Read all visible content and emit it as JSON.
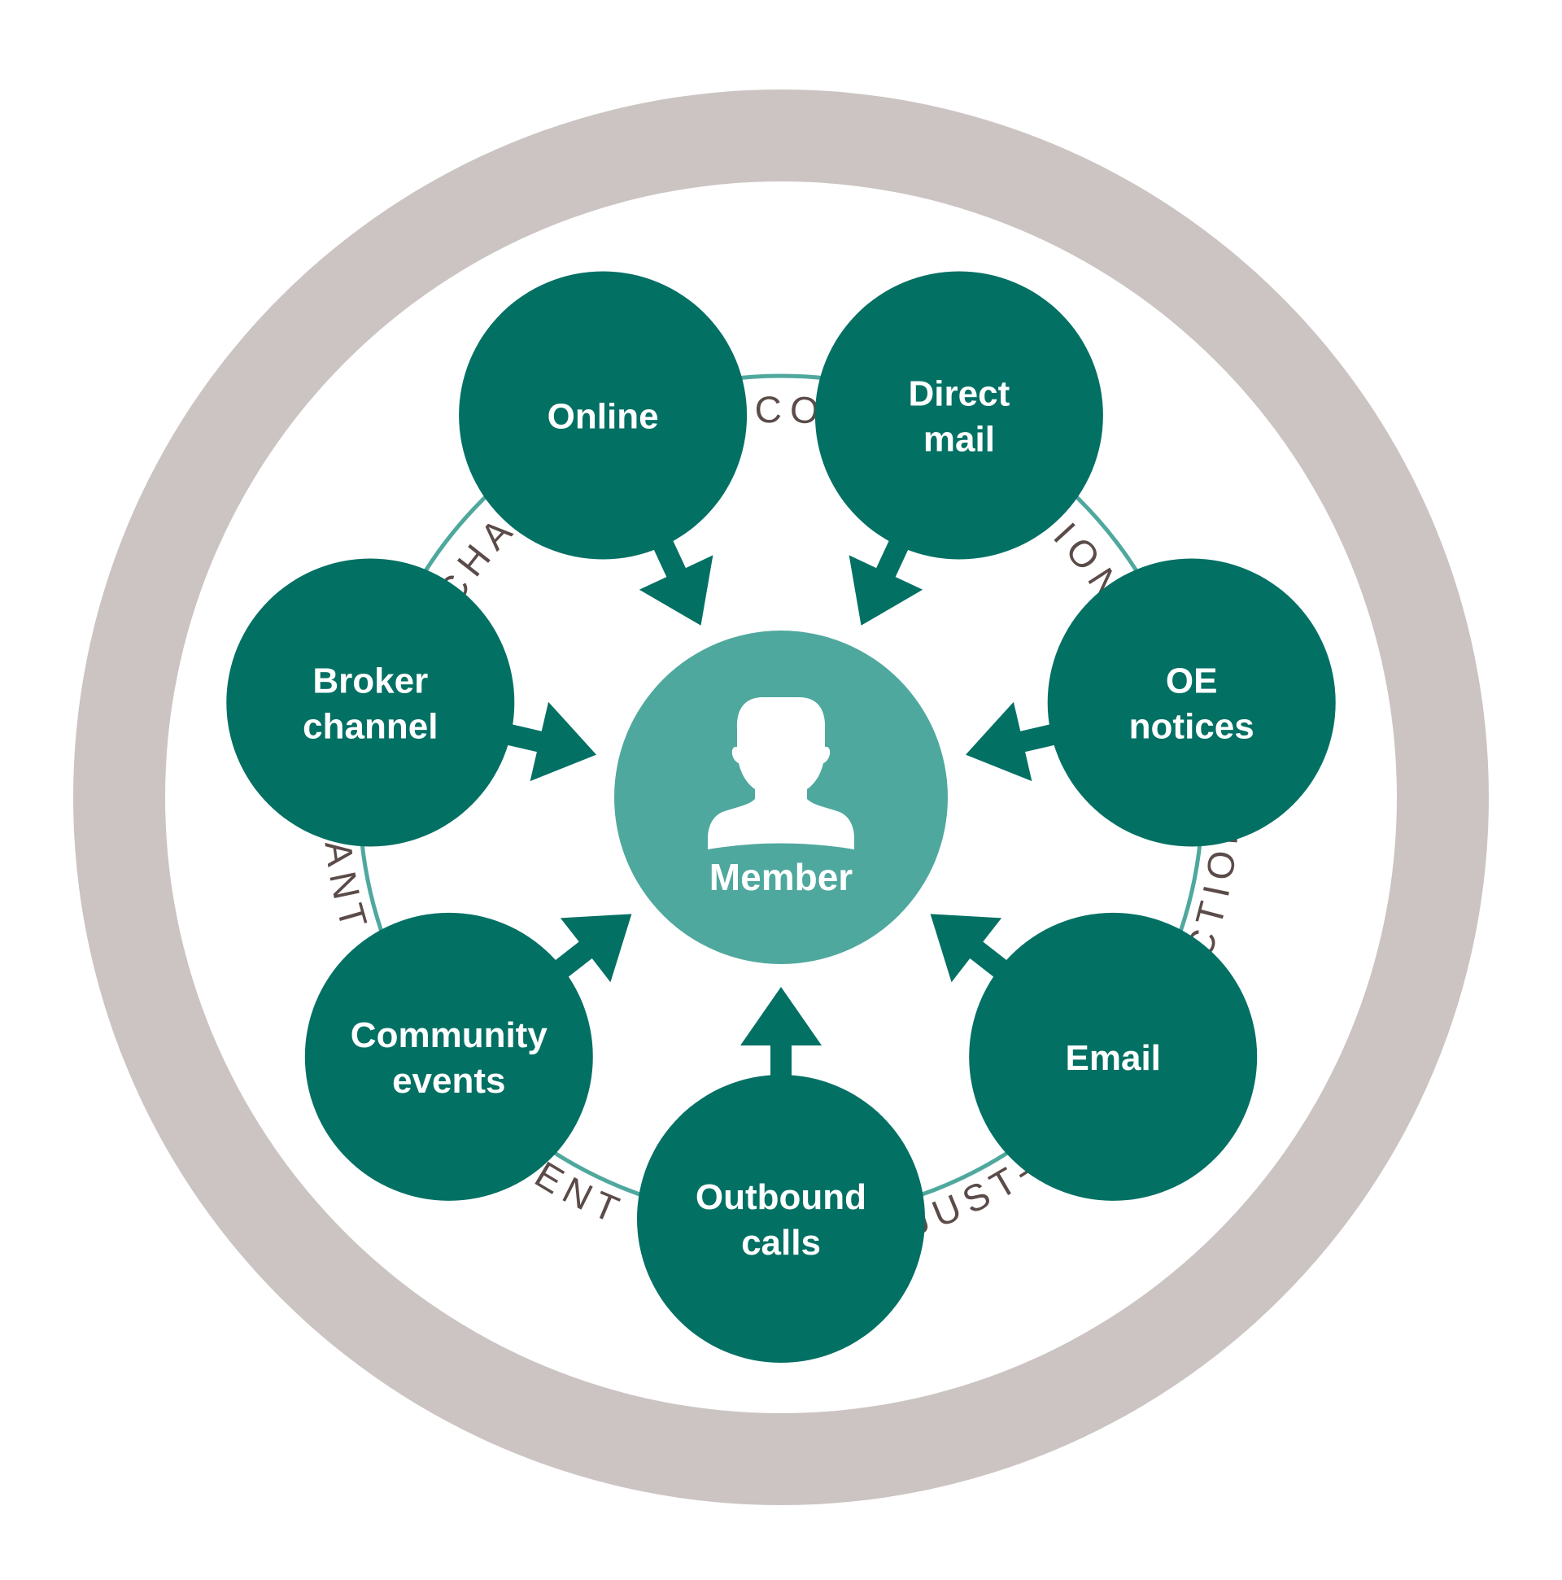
{
  "diagram": {
    "ring_top_text": "CHANNELS OF COMMUNICATION",
    "ring_bottom_text": "RELEVANT • TRANSPARENT • UPBEAT • JUST-IN-TIME • ACTIONABLE",
    "center": {
      "label": "Member",
      "icon": "person-icon"
    },
    "channels": [
      {
        "lines": [
          "Online"
        ]
      },
      {
        "lines": [
          "Direct",
          "mail"
        ]
      },
      {
        "lines": [
          "OE",
          "notices"
        ]
      },
      {
        "lines": [
          "Email"
        ]
      },
      {
        "lines": [
          "Outbound",
          "calls"
        ]
      },
      {
        "lines": [
          "Community",
          "events"
        ]
      },
      {
        "lines": [
          "Broker",
          "channel"
        ]
      }
    ],
    "colors": {
      "ring": "#cbc4c2",
      "ring_text": "#5b4c49",
      "node": "#037064",
      "center": "#4fa89e",
      "connector": "#4fa89e",
      "node_text": "#ffffff"
    }
  }
}
